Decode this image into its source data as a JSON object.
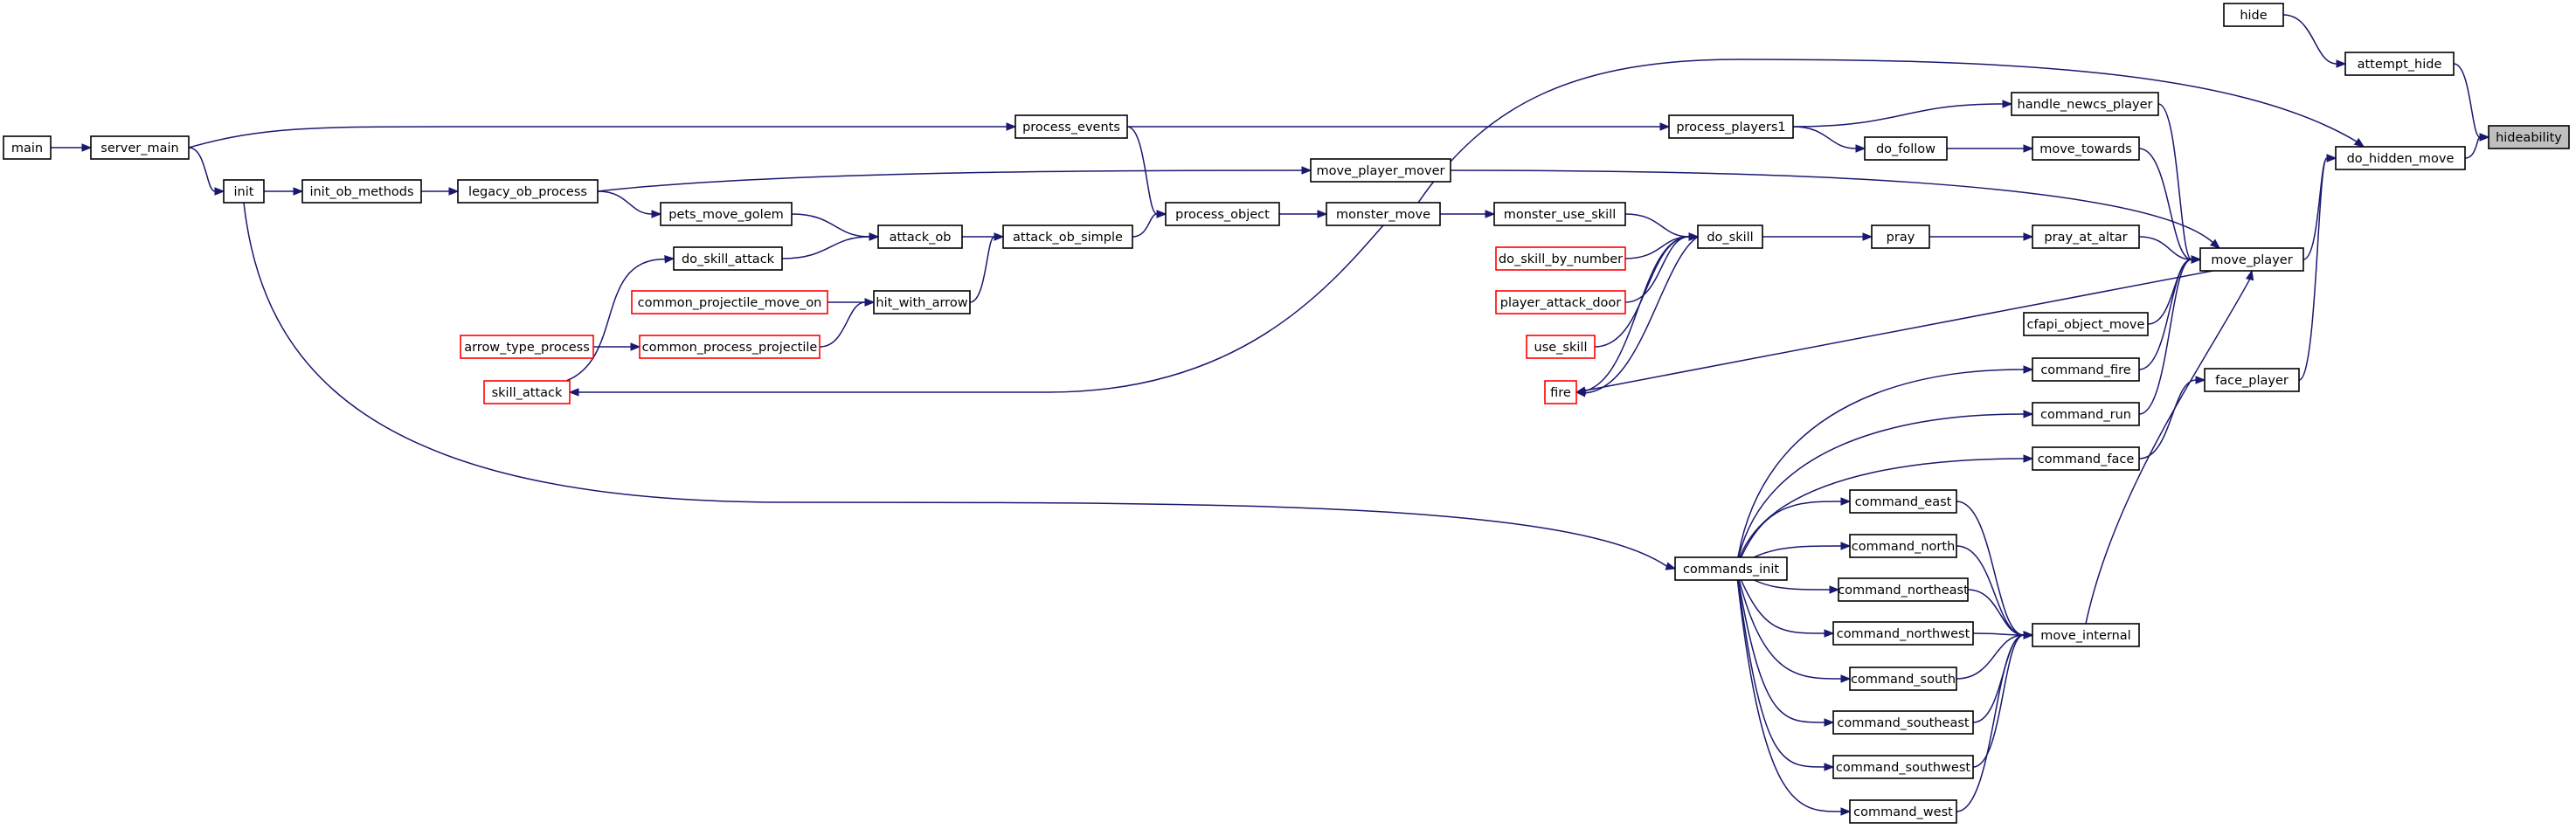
{
  "graph": {
    "type": "caller-graph",
    "focus": "hideability",
    "colors": {
      "edge": "#191970",
      "node_border": "#000000",
      "truncated_border": "#ff0000",
      "focus_fill": "#bfbfbf",
      "background": "#ffffff"
    },
    "nodes": [
      {
        "id": "hideability",
        "label": "hideability",
        "focus": true
      },
      {
        "id": "hide",
        "label": "hide"
      },
      {
        "id": "attempt_hide",
        "label": "attempt_hide"
      },
      {
        "id": "do_hidden_move",
        "label": "do_hidden_move"
      },
      {
        "id": "move_player",
        "label": "move_player"
      },
      {
        "id": "face_player",
        "label": "face_player"
      },
      {
        "id": "main",
        "label": "main"
      },
      {
        "id": "server_main",
        "label": "server_main"
      },
      {
        "id": "init",
        "label": "init"
      },
      {
        "id": "init_ob_methods",
        "label": "init_ob_methods"
      },
      {
        "id": "legacy_ob_process",
        "label": "legacy_ob_process"
      },
      {
        "id": "process_events",
        "label": "process_events"
      },
      {
        "id": "process_players1",
        "label": "process_players1"
      },
      {
        "id": "handle_newcs_player",
        "label": "handle_newcs_player"
      },
      {
        "id": "do_follow",
        "label": "do_follow"
      },
      {
        "id": "move_towards",
        "label": "move_towards"
      },
      {
        "id": "move_player_mover",
        "label": "move_player_mover"
      },
      {
        "id": "pets_move_golem",
        "label": "pets_move_golem"
      },
      {
        "id": "attack_ob",
        "label": "attack_ob"
      },
      {
        "id": "attack_ob_simple",
        "label": "attack_ob_simple"
      },
      {
        "id": "process_object",
        "label": "process_object"
      },
      {
        "id": "monster_move",
        "label": "monster_move"
      },
      {
        "id": "monster_use_skill",
        "label": "monster_use_skill"
      },
      {
        "id": "do_skill",
        "label": "do_skill"
      },
      {
        "id": "pray",
        "label": "pray"
      },
      {
        "id": "pray_at_altar",
        "label": "pray_at_altar"
      },
      {
        "id": "do_skill_attack",
        "label": "do_skill_attack"
      },
      {
        "id": "hit_with_arrow",
        "label": "hit_with_arrow"
      },
      {
        "id": "common_projectile_move_on",
        "label": "common_projectile_move_on",
        "truncated": true
      },
      {
        "id": "common_process_projectile",
        "label": "common_process_projectile",
        "truncated": true
      },
      {
        "id": "arrow_type_process",
        "label": "arrow_type_process",
        "truncated": true
      },
      {
        "id": "skill_attack",
        "label": "skill_attack",
        "truncated": true
      },
      {
        "id": "do_skill_by_number",
        "label": "do_skill_by_number",
        "truncated": true
      },
      {
        "id": "player_attack_door",
        "label": "player_attack_door",
        "truncated": true
      },
      {
        "id": "use_skill",
        "label": "use_skill",
        "truncated": true
      },
      {
        "id": "fire",
        "label": "fire",
        "truncated": true
      },
      {
        "id": "cfapi_object_move",
        "label": "cfapi_object_move"
      },
      {
        "id": "command_fire",
        "label": "command_fire"
      },
      {
        "id": "command_run",
        "label": "command_run"
      },
      {
        "id": "command_face",
        "label": "command_face"
      },
      {
        "id": "command_east",
        "label": "command_east"
      },
      {
        "id": "command_north",
        "label": "command_north"
      },
      {
        "id": "command_northeast",
        "label": "command_northeast"
      },
      {
        "id": "command_northwest",
        "label": "command_northwest"
      },
      {
        "id": "command_south",
        "label": "command_south"
      },
      {
        "id": "command_southeast",
        "label": "command_southeast"
      },
      {
        "id": "command_southwest",
        "label": "command_southwest"
      },
      {
        "id": "command_west",
        "label": "command_west"
      },
      {
        "id": "commands_init",
        "label": "commands_init"
      },
      {
        "id": "move_internal",
        "label": "move_internal"
      }
    ],
    "edges": [
      {
        "from": "hide",
        "to": "attempt_hide"
      },
      {
        "from": "attempt_hide",
        "to": "hideability"
      },
      {
        "from": "do_hidden_move",
        "to": "hideability"
      },
      {
        "from": "move_player",
        "to": "do_hidden_move"
      },
      {
        "from": "face_player",
        "to": "do_hidden_move"
      },
      {
        "from": "monster_move",
        "to": "do_hidden_move"
      },
      {
        "from": "main",
        "to": "server_main"
      },
      {
        "from": "server_main",
        "to": "process_events"
      },
      {
        "from": "server_main",
        "to": "init"
      },
      {
        "from": "init",
        "to": "init_ob_methods"
      },
      {
        "from": "init",
        "to": "commands_init"
      },
      {
        "from": "init_ob_methods",
        "to": "legacy_ob_process"
      },
      {
        "from": "legacy_ob_process",
        "to": "move_player_mover"
      },
      {
        "from": "legacy_ob_process",
        "to": "pets_move_golem"
      },
      {
        "from": "process_events",
        "to": "process_players1"
      },
      {
        "from": "process_events",
        "to": "process_object"
      },
      {
        "from": "process_players1",
        "to": "handle_newcs_player"
      },
      {
        "from": "process_players1",
        "to": "do_follow"
      },
      {
        "from": "do_follow",
        "to": "move_towards"
      },
      {
        "from": "handle_newcs_player",
        "to": "move_player"
      },
      {
        "from": "move_towards",
        "to": "move_player"
      },
      {
        "from": "move_player_mover",
        "to": "move_player"
      },
      {
        "from": "pets_move_golem",
        "to": "attack_ob"
      },
      {
        "from": "do_skill_attack",
        "to": "attack_ob"
      },
      {
        "from": "attack_ob",
        "to": "attack_ob_simple"
      },
      {
        "from": "hit_with_arrow",
        "to": "attack_ob_simple"
      },
      {
        "from": "attack_ob_simple",
        "to": "process_object"
      },
      {
        "from": "process_object",
        "to": "monster_move"
      },
      {
        "from": "monster_move",
        "to": "monster_use_skill"
      },
      {
        "from": "monster_move",
        "to": "skill_attack"
      },
      {
        "from": "monster_use_skill",
        "to": "do_skill"
      },
      {
        "from": "do_skill_by_number",
        "to": "do_skill"
      },
      {
        "from": "player_attack_door",
        "to": "do_skill"
      },
      {
        "from": "use_skill",
        "to": "do_skill"
      },
      {
        "from": "fire",
        "to": "do_skill"
      },
      {
        "from": "do_skill",
        "to": "pray"
      },
      {
        "from": "do_skill",
        "to": "fire"
      },
      {
        "from": "pray",
        "to": "pray_at_altar"
      },
      {
        "from": "pray_at_altar",
        "to": "move_player"
      },
      {
        "from": "skill_attack",
        "to": "do_skill_attack"
      },
      {
        "from": "common_projectile_move_on",
        "to": "hit_with_arrow"
      },
      {
        "from": "common_process_projectile",
        "to": "hit_with_arrow"
      },
      {
        "from": "arrow_type_process",
        "to": "common_process_projectile"
      },
      {
        "from": "move_player",
        "to": "fire"
      },
      {
        "from": "cfapi_object_move",
        "to": "move_player"
      },
      {
        "from": "command_fire",
        "to": "move_player"
      },
      {
        "from": "command_run",
        "to": "move_player"
      },
      {
        "from": "move_internal",
        "to": "move_player"
      },
      {
        "from": "command_face",
        "to": "face_player"
      },
      {
        "from": "commands_init",
        "to": "command_fire"
      },
      {
        "from": "commands_init",
        "to": "command_run"
      },
      {
        "from": "commands_init",
        "to": "command_face"
      },
      {
        "from": "commands_init",
        "to": "command_east"
      },
      {
        "from": "commands_init",
        "to": "command_north"
      },
      {
        "from": "commands_init",
        "to": "command_northeast"
      },
      {
        "from": "commands_init",
        "to": "command_northwest"
      },
      {
        "from": "commands_init",
        "to": "command_south"
      },
      {
        "from": "commands_init",
        "to": "command_southeast"
      },
      {
        "from": "commands_init",
        "to": "command_southwest"
      },
      {
        "from": "commands_init",
        "to": "command_west"
      },
      {
        "from": "command_east",
        "to": "move_internal"
      },
      {
        "from": "command_north",
        "to": "move_internal"
      },
      {
        "from": "command_northeast",
        "to": "move_internal"
      },
      {
        "from": "command_northwest",
        "to": "move_internal"
      },
      {
        "from": "command_south",
        "to": "move_internal"
      },
      {
        "from": "command_southeast",
        "to": "move_internal"
      },
      {
        "from": "command_southwest",
        "to": "move_internal"
      },
      {
        "from": "command_west",
        "to": "move_internal"
      }
    ]
  }
}
